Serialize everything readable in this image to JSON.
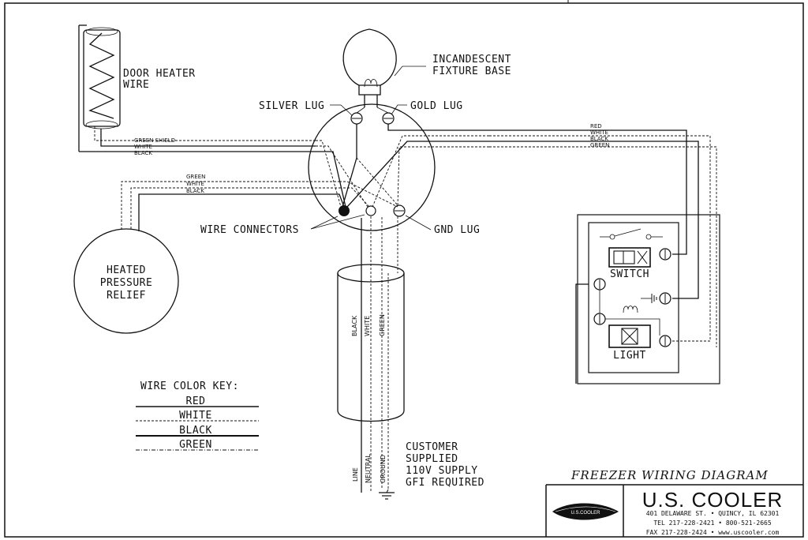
{
  "diagram": {
    "title": "FREEZER WIRING DIAGRAM",
    "labels": {
      "door_heater": [
        "DOOR HEATER",
        "WIRE"
      ],
      "fixture": [
        "INCANDESCENT",
        "FIXTURE BASE"
      ],
      "silver_lug": "SILVER LUG",
      "gold_lug": "GOLD LUG",
      "wire_connectors": "WIRE CONNECTORS",
      "gnd_lug": "GND LUG",
      "heated_relief": [
        "HEATED",
        "PRESSURE",
        "RELIEF"
      ],
      "switch": "SWITCH",
      "light": "LIGHT",
      "customer": [
        "CUSTOMER",
        "SUPPLIED",
        "110V SUPPLY",
        "GFI REQUIRED"
      ]
    },
    "wire_labels": {
      "heater": [
        "GREEN SHIELD",
        "WHITE",
        "BLACK"
      ],
      "relief": [
        "GREEN",
        "WHITE",
        "BLACK"
      ],
      "right": [
        "RED",
        "WHITE",
        "BLACK",
        "GREEN"
      ],
      "cable": [
        "BLACK",
        "WHITE",
        "GREEN"
      ],
      "supply": [
        "LINE",
        "NEUTRAL",
        "GROUND"
      ]
    },
    "color_key": {
      "title": "WIRE COLOR KEY:",
      "items": [
        "RED",
        "WHITE",
        "BLACK",
        "GREEN"
      ]
    }
  },
  "company": {
    "name": "U.S. COOLER",
    "logo_text": "U.S.COOLER",
    "address": "401 DELAWARE ST. • QUINCY, IL 62301",
    "tel": "TEL 217-228-2421 • 800-521-2665",
    "fax": "FAX 217-228-2424 • www.uscooler.com"
  }
}
